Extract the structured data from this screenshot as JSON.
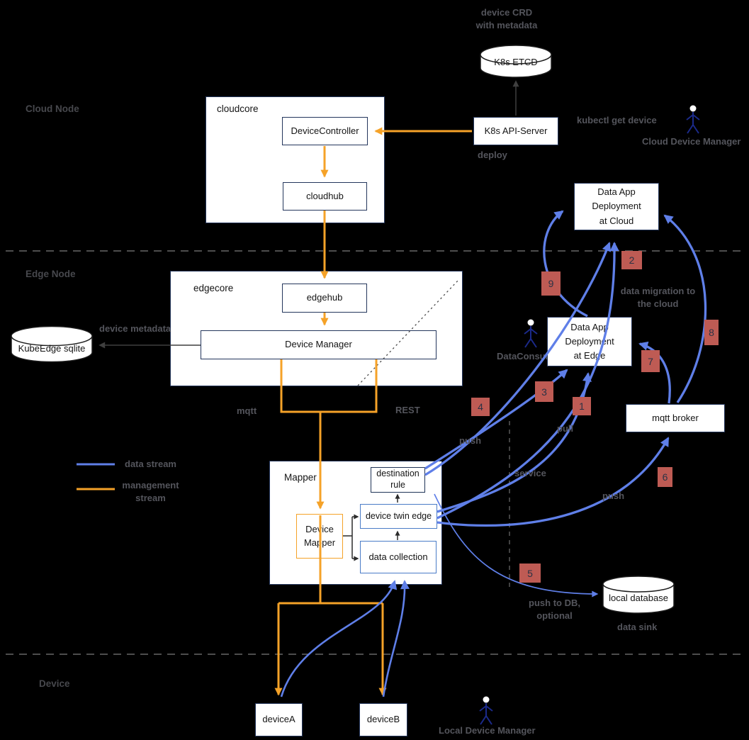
{
  "regions": {
    "cloud": "Cloud Node",
    "edge": "Edge Node",
    "device": "Device"
  },
  "nodes": {
    "etcd": "K8s ETCD",
    "api_server": "K8s API-Server",
    "cloudcore": "cloudcore",
    "device_controller": "DeviceController",
    "cloudhub": "cloudhub",
    "edgecore": "edgecore",
    "edgehub": "edgehub",
    "device_manager": "Device Manager",
    "sqlite": "KubeEdge sqlite",
    "mapper": "Mapper",
    "destination_rule": "destination\nrule",
    "device_twin_edge": "device twin edge",
    "data_collection": "data collection",
    "device_mapper": "Device\nMapper",
    "app_cloud": "Data App\nDeployment\nat Cloud",
    "app_edge": "Data App\nDeployment\nat Edge",
    "mqtt_broker": "mqtt broker",
    "local_db": "local database",
    "device_a": "deviceA",
    "device_b": "deviceB"
  },
  "actors": {
    "cloud_manager": "Cloud Device Manager",
    "data_consumer": "DataConsumer",
    "local_manager": "Local Device Manager"
  },
  "labels": {
    "device_crd": "device CRD\nwith metadata",
    "kubectl": "kubectl get device",
    "deploy": "deploy",
    "device_metadata": "device metadata",
    "mqtt": "mqtt",
    "rest": "REST",
    "push_rule": "push",
    "pull": "pull",
    "service": "service",
    "push_broker": "push",
    "data_migration": "data migration to\nthe cloud",
    "push_db": "push to DB,\noptional",
    "data_sink": "data sink"
  },
  "legend": {
    "data_stream": "data stream",
    "management_stream": "management\nstream"
  },
  "badges": [
    "1",
    "2",
    "3",
    "4",
    "5",
    "6",
    "7",
    "8",
    "9"
  ],
  "colors": {
    "management_stream": "#F5A228",
    "data_stream": "#5F7FE8",
    "badge": "#BE5B54"
  }
}
